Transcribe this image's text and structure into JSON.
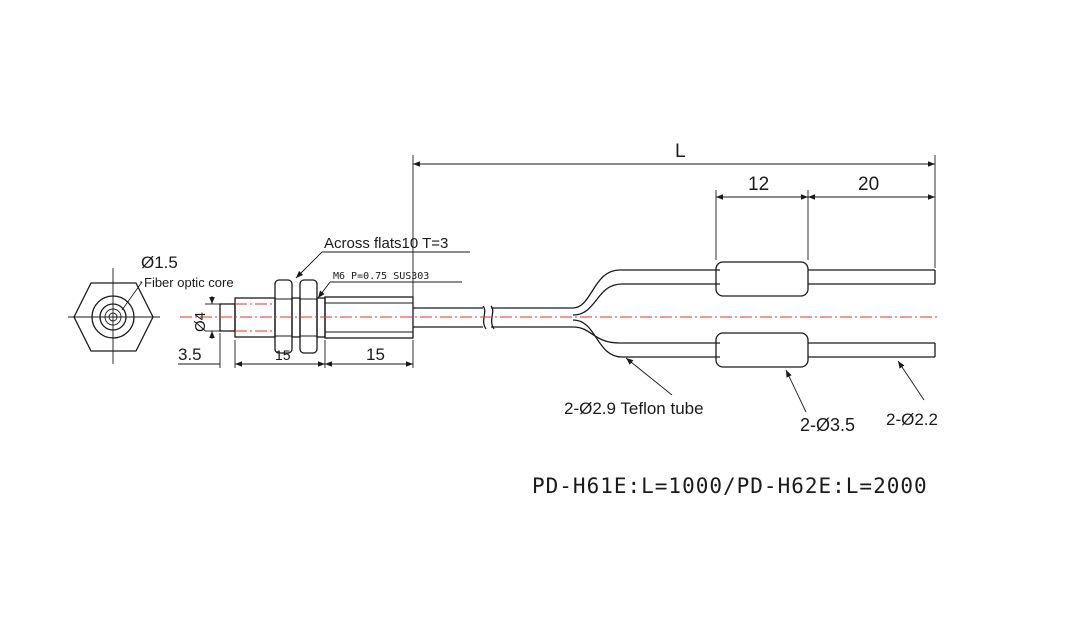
{
  "labels": {
    "dim_L": "L",
    "dim_12": "12",
    "dim_20": "20",
    "across_flats": "Across flats10 T=3",
    "thread_spec": "M6 P=0.75 SUS303",
    "dia_core": "Ø1.5",
    "fiber_core": "Fiber optic core",
    "dia_4": "Ø4",
    "dim_3_5": "3.5",
    "dim_15a": "15",
    "dim_15b": "15",
    "teflon": "2-Ø2.9  Teflon tube",
    "dia_3_5": "2-Ø3.5",
    "dia_2_2": "2-Ø2.2",
    "model_spec": "PD-H61E:L=1000/PD-H62E:L=2000"
  },
  "colors": {
    "line": "#1a1a1a",
    "centerline": "#e03030"
  }
}
